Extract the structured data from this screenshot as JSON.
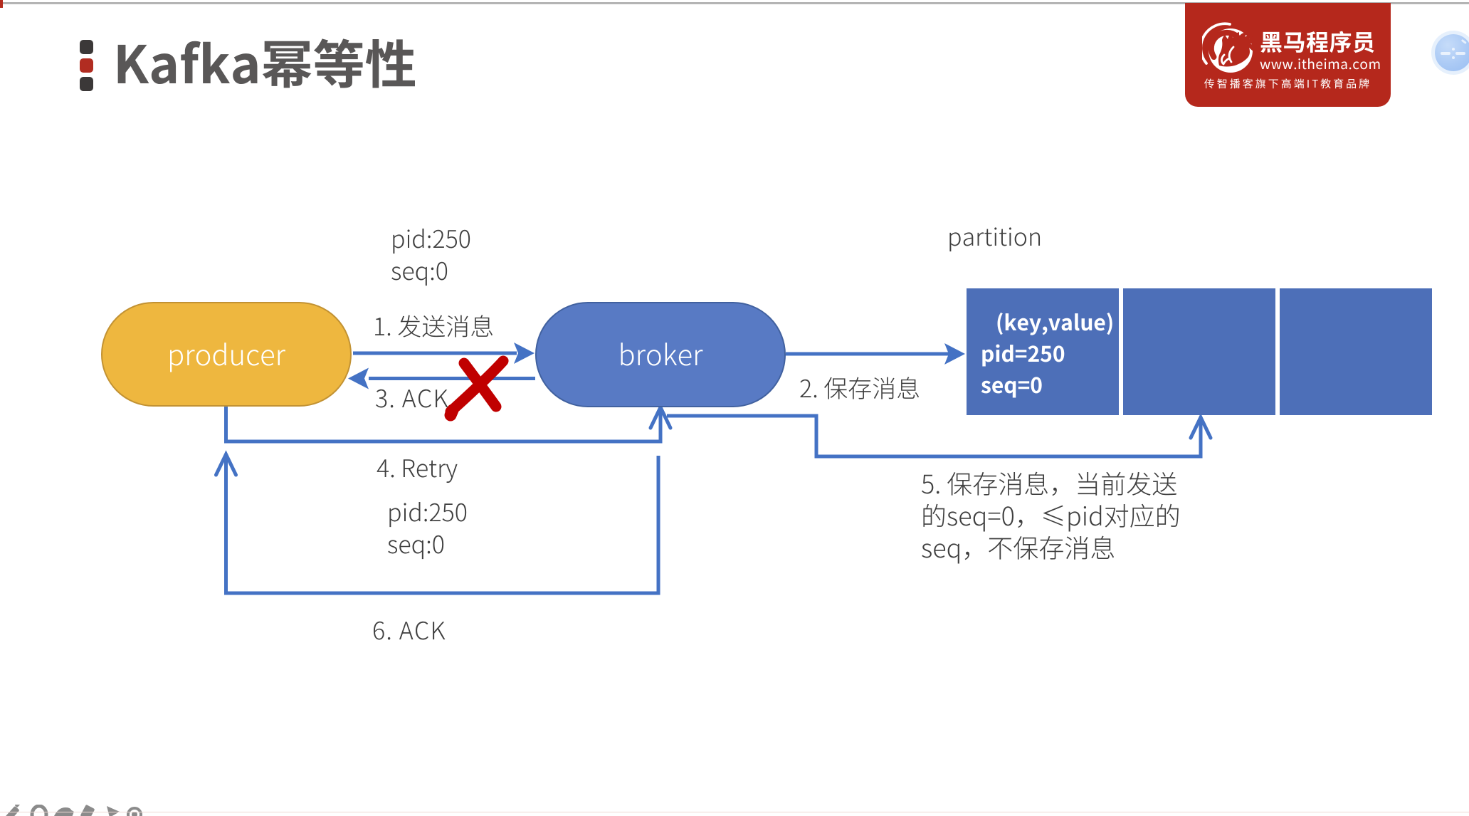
{
  "header": {
    "title": "Kafka幂等性",
    "title_color": "#595757",
    "bullet_colors": [
      "#3b3838",
      "#b12c21",
      "#3b3838"
    ]
  },
  "logo": {
    "brand": "黑马程序员",
    "url": "www.itheima.com",
    "tagline": "传智播客旗下高端IT教育品牌",
    "bg_color": "#b5281c"
  },
  "diagram": {
    "nodes": {
      "producer": {
        "label": "producer",
        "fill": "#eeb73f",
        "border": "#c29233"
      },
      "broker": {
        "label": "broker",
        "fill": "#587ac4",
        "border": "#41619f"
      },
      "partition": {
        "label": "partition",
        "fill": "#4d6fb8",
        "cells": [
          {
            "lines": [
              "(key,value)",
              "pid=250",
              "seq=0"
            ]
          },
          {
            "lines": []
          },
          {
            "lines": []
          }
        ]
      }
    },
    "labels": {
      "send_meta": [
        "pid:250",
        "seq:0"
      ],
      "step1": "1. 发送消息",
      "step2": "2. 保存消息",
      "step3": "3. ACK",
      "step4": "4. Retry",
      "retry_meta": [
        "pid:250",
        "seq:0"
      ],
      "step5_lines": [
        "5. 保存消息，当前发送",
        "的seq=0，≤pid对应的",
        "seq，不保存消息"
      ],
      "step6": "6. ACK"
    },
    "arrow_color": "#4472c4",
    "cross_color": "#c00000",
    "label_color": "#3f3f3f"
  },
  "toolbar": {
    "icons": [
      "pencil-icon",
      "eraser-icon",
      "brush-icon",
      "marker-icon",
      "pointer-icon",
      "laser-icon"
    ]
  }
}
